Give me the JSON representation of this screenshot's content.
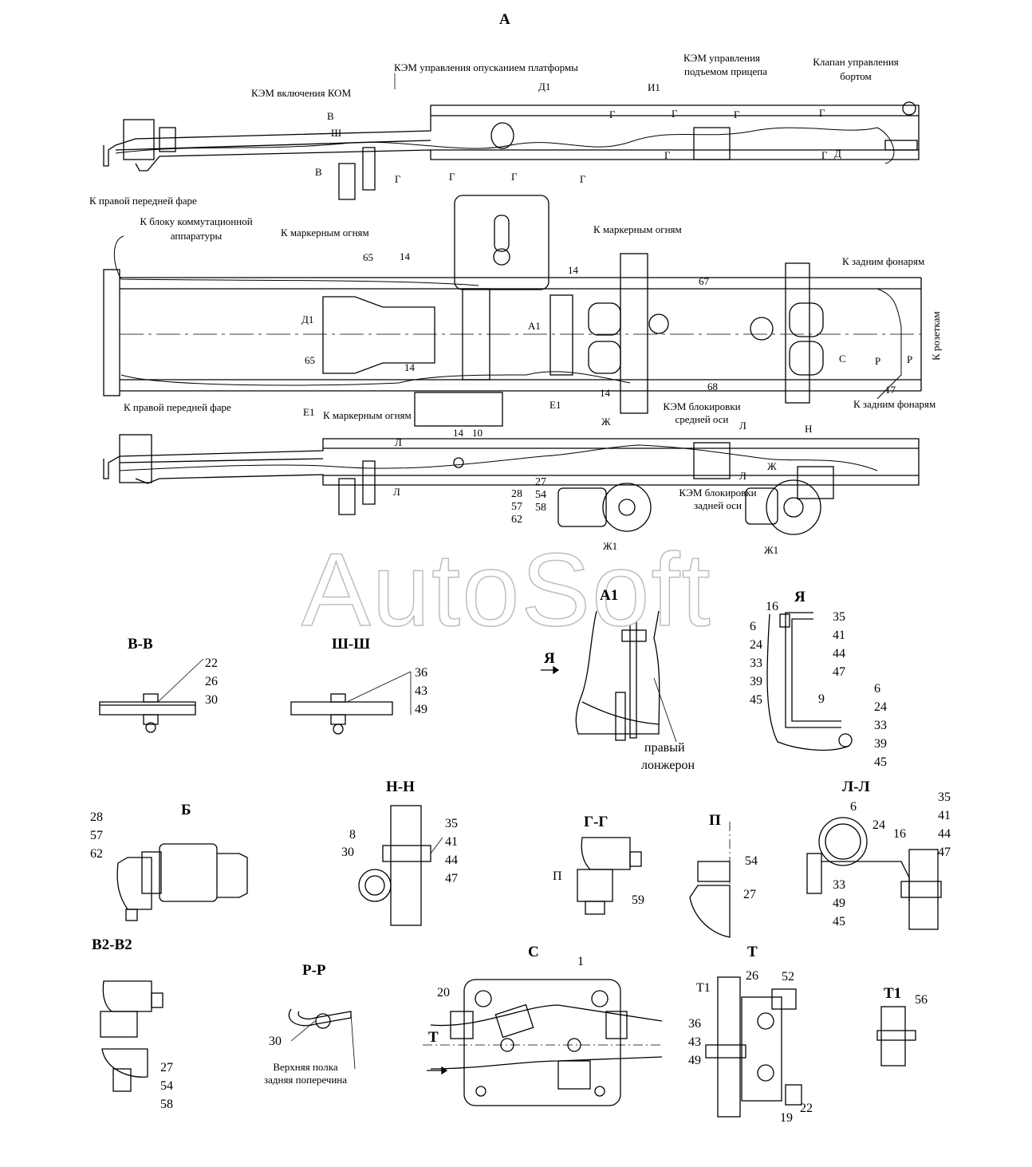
{
  "view_a_title": "А",
  "watermark": "AutoSoft",
  "callouts": {
    "kem_kom": "КЭМ включения КОМ",
    "kem_platform": "КЭМ управления опусканием платформы",
    "kem_trailer_1": "КЭМ управления",
    "kem_trailer_2": "подъемом прицепа",
    "valve_1": "Клапан управления",
    "valve_2": "бортом",
    "right_headlamp_top": "К правой передней фаре",
    "switch_block_1": "К блоку коммутационной",
    "switch_block_2": "аппаратуры",
    "marker_left": "К маркерным огням",
    "marker_center": "К маркерным огням",
    "marker_bottom": "К маркерным огням",
    "rear_lamps_top": "К задним фонарям",
    "rear_lamps_bottom": "К задним фонарям",
    "sockets": "К розеткам",
    "right_headlamp_bottom": "К правой передней фаре",
    "kem_mid_1": "КЭМ блокировки",
    "kem_mid_2": "средней оси",
    "kem_rear_1": "КЭМ блокировки",
    "kem_rear_2": "задней оси",
    "right_rail_1": "правый",
    "right_rail_2": "лонжерон",
    "rr_1": "Верхняя полка",
    "rr_2": "задняя поперечина"
  },
  "marks": {
    "d1": "Д1",
    "i1": "И1",
    "g": "Г",
    "v": "В",
    "sh": "Ш",
    "a1": "А1",
    "e1": "Е1",
    "zh": "Ж",
    "zh1": "Ж1",
    "l": "Л",
    "n": "Н",
    "s": "С",
    "r": "Р",
    "d": "Д",
    "n14": "14",
    "n65": "65",
    "n67": "67",
    "n68": "68",
    "n17": "17",
    "n10": "10"
  },
  "sections": {
    "vv": {
      "title": "В-В",
      "items": [
        "22",
        "26",
        "30"
      ]
    },
    "shsh": {
      "title": "Ш-Ш",
      "items": [
        "36",
        "43",
        "49"
      ]
    },
    "a1": {
      "title": "А1"
    },
    "ya": {
      "title": "Я",
      "left": [
        "6",
        "24",
        "33",
        "39",
        "45"
      ],
      "right_top": [
        "35",
        "41",
        "44",
        "47"
      ],
      "right_bottom": [
        "6",
        "24",
        "33",
        "39",
        "45"
      ],
      "n16": "16",
      "n9": "9"
    },
    "ya_arrow": "Я",
    "b": {
      "title": "Б",
      "items": [
        "28",
        "57",
        "62"
      ]
    },
    "nn": {
      "title": "Н-Н",
      "items": [
        "35",
        "41",
        "44",
        "47"
      ],
      "n8": "8",
      "n30": "30"
    },
    "gg": {
      "title": "Г-Г",
      "p": "П",
      "n59": "59"
    },
    "p": {
      "title": "П",
      "n54": "54",
      "n27": "27"
    },
    "ll": {
      "title": "Л-Л",
      "items": [
        "35",
        "41",
        "44",
        "47"
      ],
      "n6": "6",
      "n24": "24",
      "n16": "16",
      "bottom": [
        "33",
        "49",
        "45"
      ]
    },
    "v2v2": {
      "title": "В2-В2",
      "items": [
        "27",
        "54",
        "58"
      ]
    },
    "rr": {
      "title": "Р-Р",
      "n30": "30"
    },
    "c": {
      "title": "С",
      "n1": "1",
      "n20": "20",
      "t": "Т"
    },
    "t": {
      "title": "Т",
      "t1": "Т1",
      "n26": "26",
      "n52": "52",
      "items": [
        "36",
        "43",
        "49"
      ],
      "n22": "22",
      "n19": "19"
    },
    "t1": {
      "title": "Т1",
      "n56": "56"
    },
    "bottom_chassis": {
      "left": [
        "28",
        "57",
        "62"
      ],
      "right": [
        "27",
        "54",
        "58"
      ],
      "n14": "14",
      "n10": "10"
    }
  }
}
